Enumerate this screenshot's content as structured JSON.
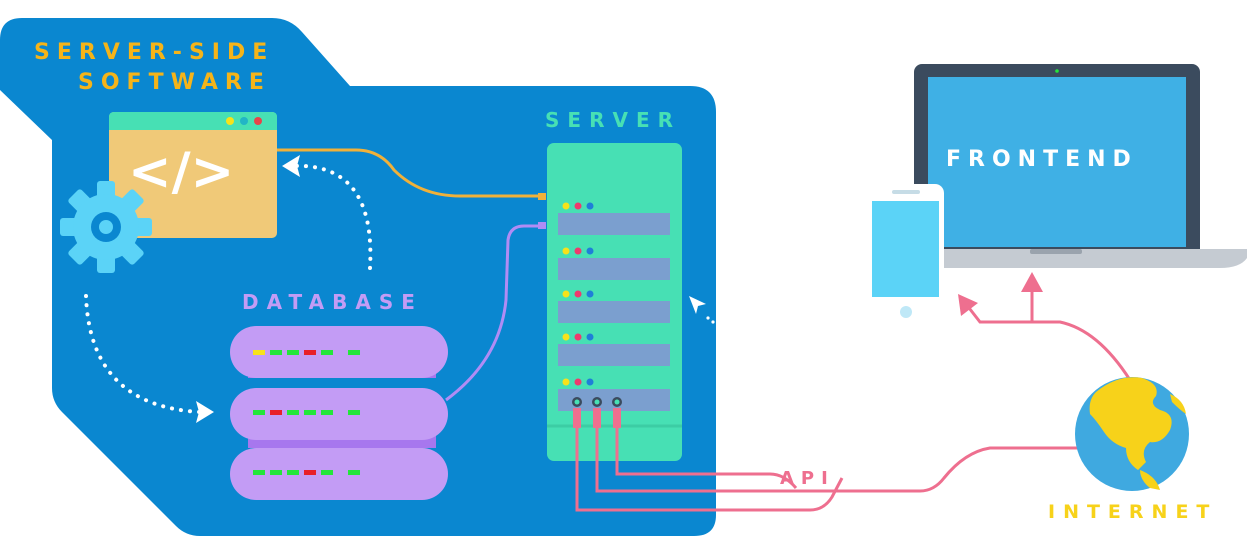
{
  "labels": {
    "server_side_line1": "SERVER-SIDE",
    "server_side_line2": "SOFTWARE",
    "server": "SERVER",
    "database": "DATABASE",
    "frontend": "FRONTEND",
    "api": "API",
    "internet": "INTERNET",
    "code_symbol": "</>"
  },
  "icons": [
    "browser-window-icon",
    "gear-icon",
    "database-icon",
    "server-rack-icon",
    "laptop-icon",
    "smartphone-icon",
    "globe-icon",
    "cursor-icon"
  ],
  "colors": {
    "blue_panel": "#0a87d0",
    "gold_label": "#f5b419",
    "server_green": "#47e0b4",
    "database_purple": "#c39cf5",
    "laptop_screen": "#3fb0e5",
    "laptop_frame": "#3b4b5e",
    "phone_screen": "#5bd3f7",
    "connector_orange": "#f0b13a",
    "connector_purple": "#b08cf5",
    "api_pink": "#ee6f8f",
    "globe_ocean": "#3fa9e0",
    "globe_land": "#f7d21a"
  }
}
